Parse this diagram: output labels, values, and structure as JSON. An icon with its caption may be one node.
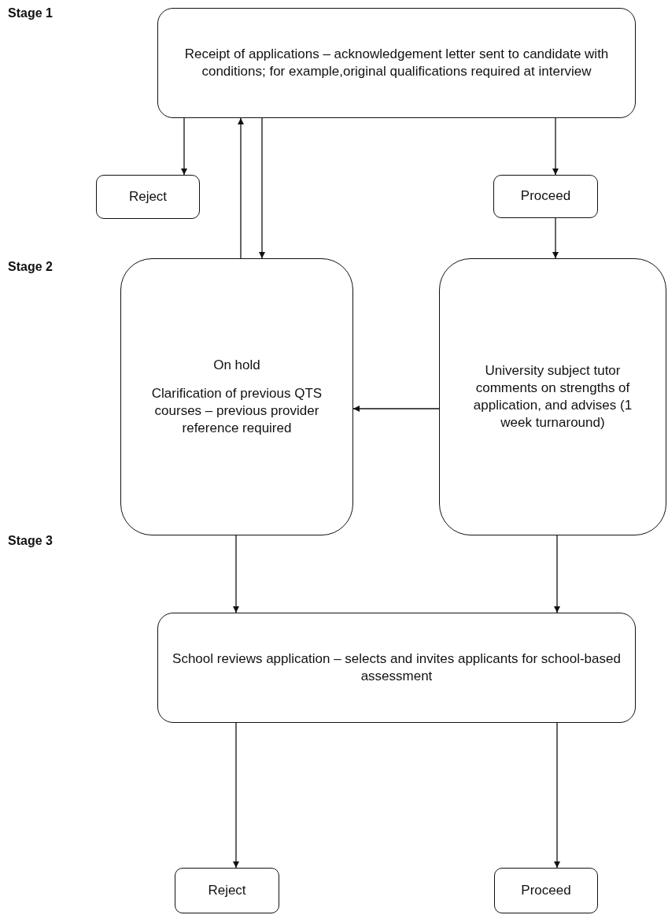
{
  "diagram": {
    "nodes": [
      {
        "text": [
          "Receipt of applications – acknowledgement letter sent to candidate with conditions; for example,original qualifications required at interview"
        ]
      },
      {
        "text": [
          "Reject"
        ]
      },
      {
        "text": [
          "Proceed"
        ]
      },
      {
        "text": [
          "On hold",
          "Clarification of previous QTS courses – previous provider reference required"
        ]
      },
      {
        "text": [
          "University subject tutor comments on strengths of application, and advises (1 week turnaround)"
        ]
      },
      {
        "text": [
          "School reviews application – selects and invites applicants for school-based assessment"
        ]
      },
      {
        "text": [
          "Reject"
        ]
      },
      {
        "text": [
          "Proceed"
        ]
      }
    ],
    "edges": [
      {
        "from": 0,
        "to": 1,
        "arrow": "to"
      },
      {
        "from": 3,
        "to": 0,
        "arrow": "to"
      },
      {
        "from": 0,
        "to": 3,
        "arrow": "to"
      },
      {
        "from": 0,
        "to": 2,
        "arrow": "to"
      },
      {
        "from": 2,
        "to": 4,
        "arrow": "to"
      },
      {
        "from": 4,
        "to": 3,
        "arrow": "to"
      },
      {
        "from": 3,
        "to": 5,
        "arrow": "to"
      },
      {
        "from": 4,
        "to": 5,
        "arrow": "to"
      },
      {
        "from": 5,
        "to": 6,
        "arrow": "to"
      },
      {
        "from": 5,
        "to": 7,
        "arrow": "to"
      }
    ],
    "labels": [
      "Stage 1",
      "Stage 2",
      "Stage 3"
    ]
  }
}
